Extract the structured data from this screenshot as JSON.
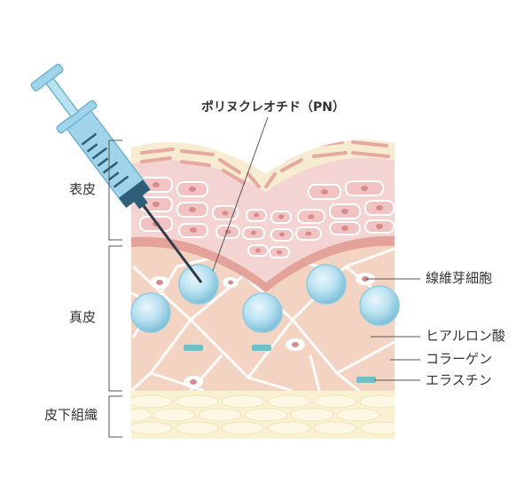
{
  "labels": {
    "injected_substance": "ポリヌクレオチド（PN）",
    "epidermis": "表皮",
    "dermis": "真皮",
    "subcutaneous": "皮下組織",
    "fibroblast": "線維芽細胞",
    "hyaluronic_acid": "ヒアルロン酸",
    "collagen": "コラーゲン",
    "elastin": "エラスチン"
  },
  "icons": {
    "syringe": "syringe-icon",
    "pn_sphere": "pn-sphere-icon"
  },
  "colors": {
    "epidermis_top": "#f7ecd2",
    "epidermis_cells": "#f4d3d3",
    "cell_nucleus": "#d98a8a",
    "basal_line": "#e3a39a",
    "dermis": "#f3d4c3",
    "collagen_fiber": "#ffffff",
    "fat_layer": "#f9f1d2",
    "fat_cell": "#fdf8e6",
    "sphere": "#a9d9ec",
    "elastin": "#6fc1c6",
    "syringe_body": "#9fd4ea",
    "syringe_dark": "#2f5f78",
    "text": "#333333"
  }
}
